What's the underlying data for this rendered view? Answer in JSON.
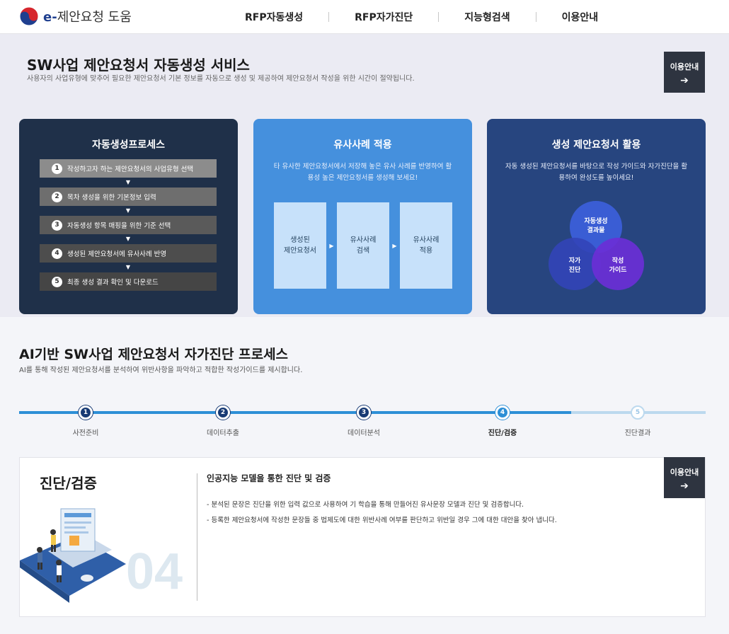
{
  "header": {
    "logo_prefix": "e-",
    "logo_text": "제안요청 도움",
    "nav": [
      "RFP자동생성",
      "RFP자가진단",
      "지능형검색",
      "이용안내"
    ]
  },
  "service": {
    "title": "SW사업 제안요청서 자동생성 서비스",
    "description": "사용자의 사업유형에 맞추어 필요한 제안요청서 기본 정보를 자동으로 생성 및 제공하여 제안요청서 작성을 위한 시간이 절약됩니다.",
    "guide_button": "이용안내",
    "guide_arrow": "➔",
    "cards": {
      "process": {
        "title": "자동생성프로세스",
        "steps": [
          {
            "num": "1",
            "text": "작성하고자 하는 제안요청서의 사업유형 선택"
          },
          {
            "num": "2",
            "text": "목차 생성을 위한 기본정보 입력"
          },
          {
            "num": "3",
            "text": "자동생성 항목 매핑을 위한 기준 선택"
          },
          {
            "num": "4",
            "text": "생성된 제안요청서에 유사사례 반영"
          },
          {
            "num": "5",
            "text": "최종 생성 결과 확인 및 다운로드"
          }
        ]
      },
      "similar": {
        "title": "유사사례 적용",
        "description": "타 유사한 제안요청서에서 저장해 놓은 유사 사례를 반영하여 활용성 높은 제안요청서를 생성해 보세요!",
        "flow": [
          "생성된\n제안요청서",
          "유사사례\n검색",
          "유사사례\n적용"
        ]
      },
      "usage": {
        "title": "생성 제안요청서 활용",
        "description": "자동 생성된 제안요청서를 바탕으로 작성 가이드와 자가진단을 활용하여 완성도를 높이세요!",
        "circles": [
          "자동생성\n결과물",
          "자가\n진단",
          "작성\n가이드"
        ]
      }
    }
  },
  "process": {
    "title": "AI기반 SW사업 제안요청서 자가진단 프로세스",
    "description": "AI를 통해 작성된 제안요청서를 분석하여 위반사항을 파악하고 적합한 작성가이드를 제시합니다.",
    "steps": [
      {
        "num": "1",
        "label": "사전준비",
        "state": "done"
      },
      {
        "num": "2",
        "label": "데이터추출",
        "state": "done"
      },
      {
        "num": "3",
        "label": "데이터분석",
        "state": "done"
      },
      {
        "num": "4",
        "label": "진단/검증",
        "state": "active"
      },
      {
        "num": "5",
        "label": "진단결과",
        "state": "todo"
      }
    ],
    "detail": {
      "title": "진단/검증",
      "number": "04",
      "heading": "인공지능 모델을 통한 진단 및 검증",
      "items": [
        "- 분석된 문장은 진단을 위한 입력 값으로 사용하여 기 학습을 통해 만들어진 유사문장 모델과 진단 및 검증합니다.",
        "- 등록한 제안요청서에 작성한 문장들 중 법제도에 대한 위반사례 여부를 판단하고 위반일 경우 그에 대한 대안을 찾아 냅니다."
      ],
      "guide_button": "이용안내",
      "guide_arrow": "➔"
    }
  },
  "colors": {
    "card_process": "#1f3049",
    "card_similar": "#4590dd",
    "card_usage": "#27457f",
    "progress_fill": "#2d8fd6"
  }
}
